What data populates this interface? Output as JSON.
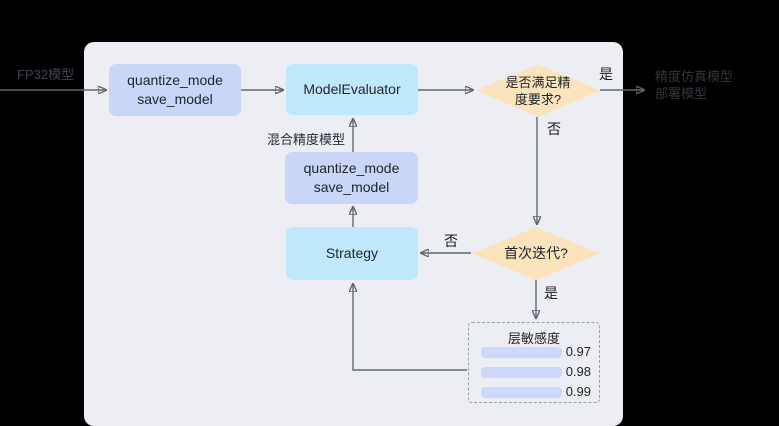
{
  "diagram": {
    "external": {
      "input_label": "FP32模型",
      "output_label_line1": "精度仿真模型",
      "output_label_line2": "部署模型"
    },
    "edges": {
      "accuracy_yes": "是",
      "accuracy_no": "否",
      "first_iter_yes": "是",
      "first_iter_no": "否",
      "mixed_precision_label": "混合精度模型"
    },
    "nodes": {
      "quantize1": {
        "line1": "quantize_mode",
        "line2": "save_model"
      },
      "evaluator": {
        "label": "ModelEvaluator"
      },
      "accuracy_decision": {
        "line1": "是否满足精",
        "line2": "度要求?"
      },
      "quantize2": {
        "line1": "quantize_mode",
        "line2": "save_model"
      },
      "strategy": {
        "label": "Strategy"
      },
      "first_iter_decision": {
        "label": "首次迭代?"
      },
      "sensitivity": {
        "title": "层敏感度",
        "bars": [
          {
            "value": "0.97"
          },
          {
            "value": "0.98"
          },
          {
            "value": "0.99"
          }
        ]
      }
    },
    "colors": {
      "background": "#000000",
      "panel_bg": "#edeef3",
      "box_blue": "#cad6f8",
      "box_cyan": "#bfe9fb",
      "diamond_peach": "#fbe4bc",
      "bar_fill": "#ccd9f8",
      "arrow": "#62666e"
    }
  }
}
